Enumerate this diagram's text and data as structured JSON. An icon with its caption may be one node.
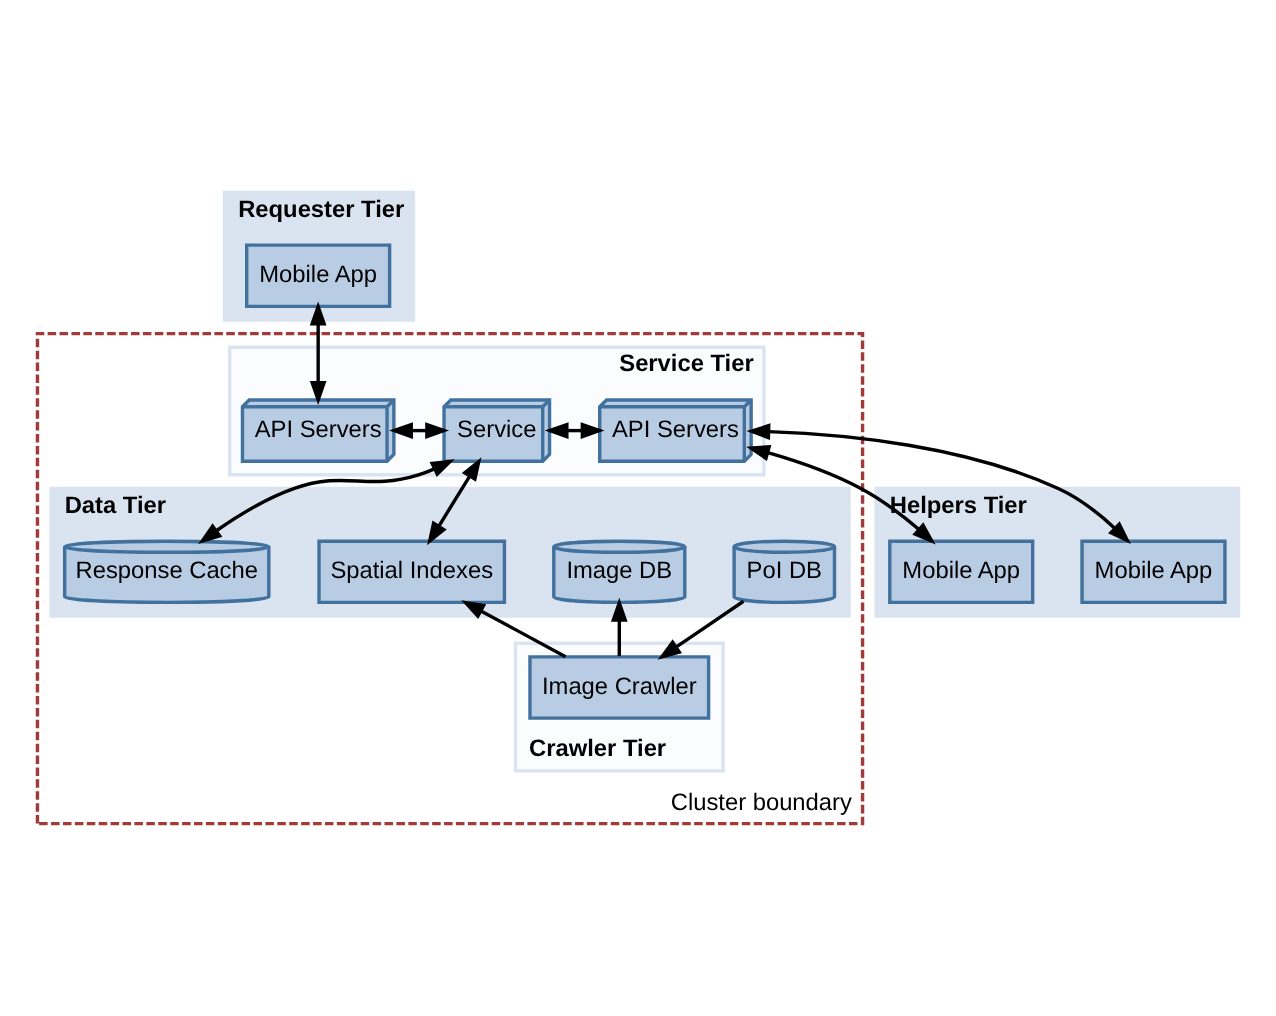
{
  "diagram": {
    "nodes": [
      {
        "text": [
          "Requester Tier"
        ]
      },
      {
        "text": [
          "Mobile App"
        ],
        "in": 0
      },
      {
        "text": [
          "Cluster boundary"
        ]
      },
      {
        "text": [
          "Service Tier"
        ],
        "in": 2
      },
      {
        "text": [
          "API Servers"
        ],
        "in": 3
      },
      {
        "text": [
          "Service"
        ],
        "in": 3
      },
      {
        "text": [
          "API Servers"
        ],
        "in": 3
      },
      {
        "text": [
          "Data Tier"
        ],
        "in": 2
      },
      {
        "text": [
          "PoI DB"
        ],
        "in": 7
      },
      {
        "text": [
          "Image DB"
        ],
        "in": 7
      },
      {
        "text": [
          "Spatial Indexes"
        ],
        "in": 7
      },
      {
        "text": [
          "Response Cache"
        ],
        "in": 7
      },
      {
        "text": [
          "Crawler Tier"
        ],
        "in": 2
      },
      {
        "text": [
          "Image Crawler"
        ],
        "in": 12
      },
      {
        "text": [
          "Helpers Tier"
        ]
      },
      {
        "text": [
          "Mobile App"
        ],
        "in": 14
      },
      {
        "text": [
          "Mobile App"
        ],
        "in": 14
      }
    ],
    "edges": [
      {
        "from": 1,
        "to": 4,
        "arrow": "both"
      },
      {
        "from": 4,
        "to": 5,
        "arrow": "both"
      },
      {
        "from": 5,
        "to": 6,
        "arrow": "both"
      },
      {
        "from": 5,
        "to": 10,
        "arrow": "both"
      },
      {
        "from": 5,
        "to": 11,
        "arrow": "both"
      },
      {
        "from": 8,
        "to": 13,
        "arrow": "to"
      },
      {
        "from": 13,
        "to": 9,
        "arrow": "to"
      },
      {
        "from": 13,
        "to": 10,
        "arrow": "to"
      },
      {
        "from": 6,
        "to": 15,
        "arrow": "both"
      },
      {
        "from": 6,
        "to": 16,
        "arrow": "both"
      }
    ]
  }
}
